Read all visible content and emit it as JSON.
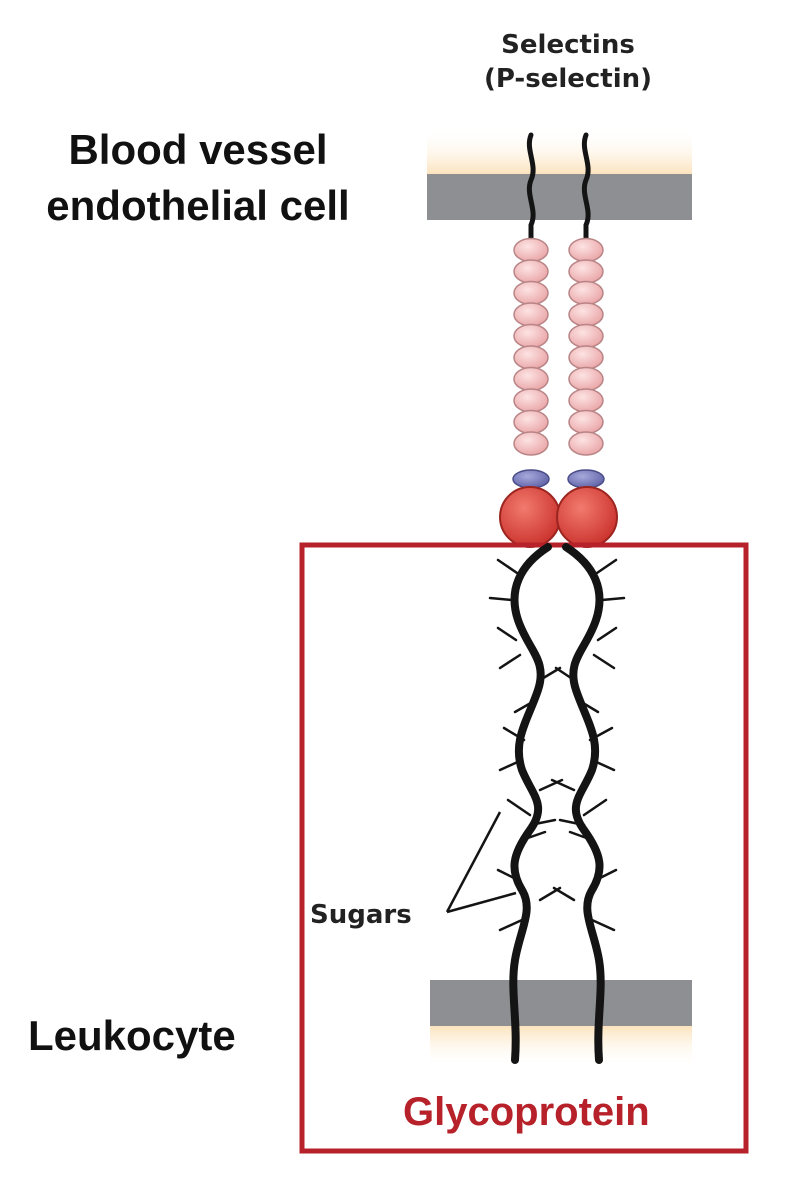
{
  "labels": {
    "selectins_line1": "Selectins",
    "selectins_line2": "(P-selectin)",
    "endothelial_line1": "Blood vessel",
    "endothelial_line2": "endothelial cell",
    "leukocyte": "Leukocyte",
    "sugars": "Sugars",
    "glycoprotein": "Glycoprotein"
  },
  "colors": {
    "membrane": "#8e8f92",
    "membrane_glow": "#fbe7c6",
    "bead_pink": "#f6c6c6",
    "bead_blue": "#7c7fbe",
    "lectin_head": "#e2473e",
    "highlight_box": "#b7222a",
    "strand": "#141414"
  }
}
